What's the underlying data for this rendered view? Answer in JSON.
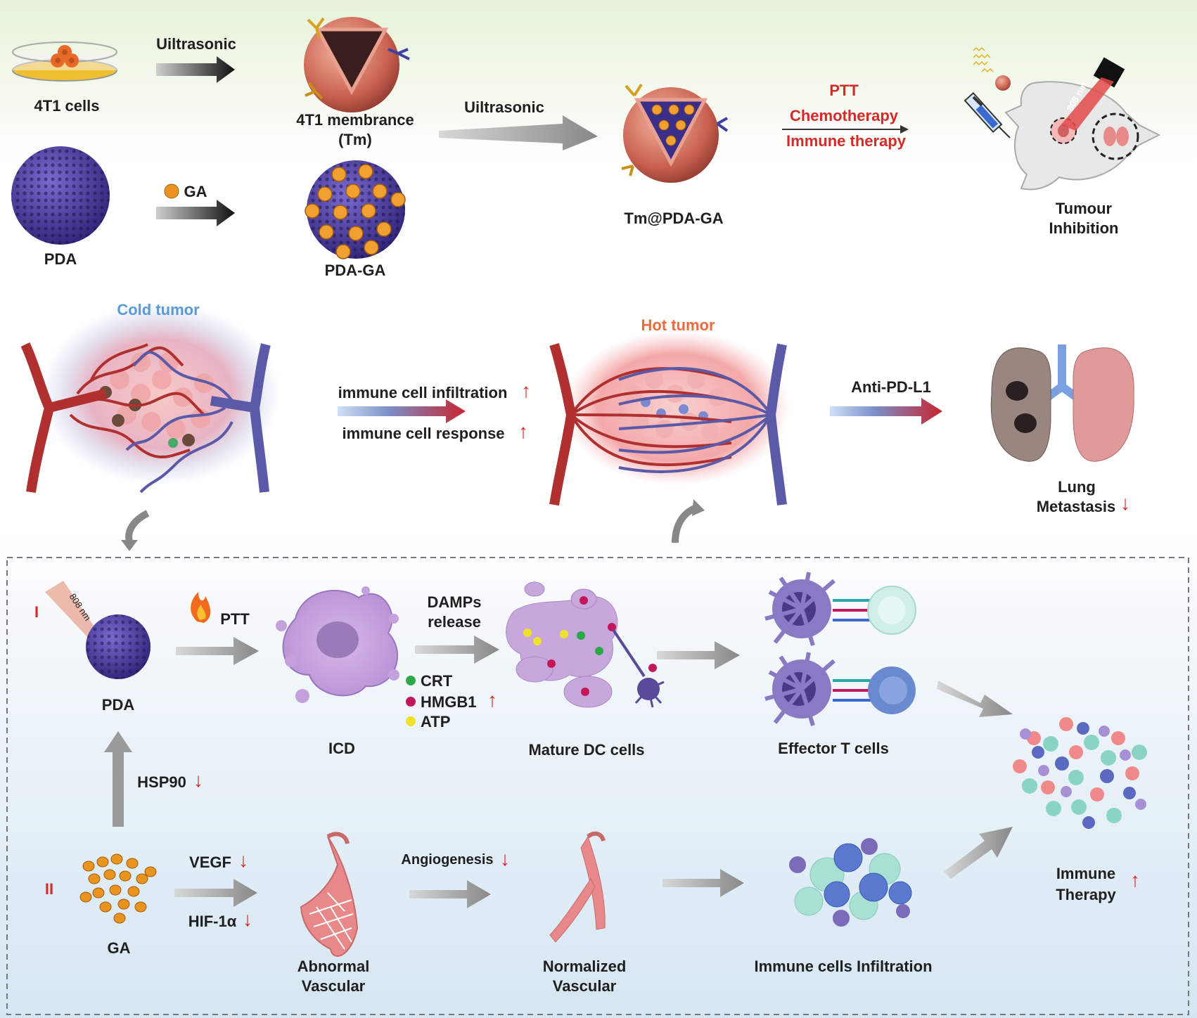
{
  "top": {
    "cells_label": "4T1 cells",
    "ultrasonic_1": "Uiltrasonic",
    "membrane_label_1": "4T1 membrance",
    "membrane_label_2": "(Tm)",
    "ultrasonic_2": "Uiltrasonic",
    "pda_label": "PDA",
    "ga_label": "GA",
    "pda_ga_label": "PDA-GA",
    "tm_pda_ga_label": "Tm@PDA-GA",
    "therapy_1": "PTT",
    "therapy_2": "Chemotherapy",
    "therapy_3": "Immune therapy",
    "laser_label": "808 nm",
    "tumour_1": "Tumour",
    "tumour_2": "Inhibition"
  },
  "middle": {
    "cold_tumor": "Cold tumor",
    "hot_tumor": "Hot tumor",
    "infiltration": "immune cell infiltration",
    "response": "immune cell response",
    "anti_pd_l1": "Anti-PD-L1",
    "lung_1": "Lung",
    "lung_2": "Metastasis"
  },
  "bottom": {
    "row1_numeral": "I",
    "row2_numeral": "II",
    "laser_label": "808 nm",
    "pda_label": "PDA",
    "ptt_label": "PTT",
    "icd_label": "ICD",
    "damps_1": "DAMPs",
    "damps_2": "release",
    "legend_crt": "CRT",
    "legend_hmgb1": "HMGB1",
    "legend_atp": "ATP",
    "mature_dc": "Mature DC cells",
    "effector_t": "Effector T cells",
    "hsp90": "HSP90",
    "ga_label": "GA",
    "vegf": "VEGF",
    "hif": "HIF-1α",
    "abnormal_1": "Abnormal",
    "abnormal_2": "Vascular",
    "angiogenesis": "Angiogenesis",
    "normalized_1": "Normalized",
    "normalized_2": "Vascular",
    "immune_infiltration": "Immune cells Infiltration",
    "immune_therapy_1": "Immune",
    "immune_therapy_2": "Therapy"
  },
  "colors": {
    "crt": "#2aa84a",
    "hmgb1": "#c2185b",
    "atp": "#f2e12a",
    "red_arrow": "#e02020",
    "artery": "#b03030",
    "vein": "#5a5aa8"
  }
}
